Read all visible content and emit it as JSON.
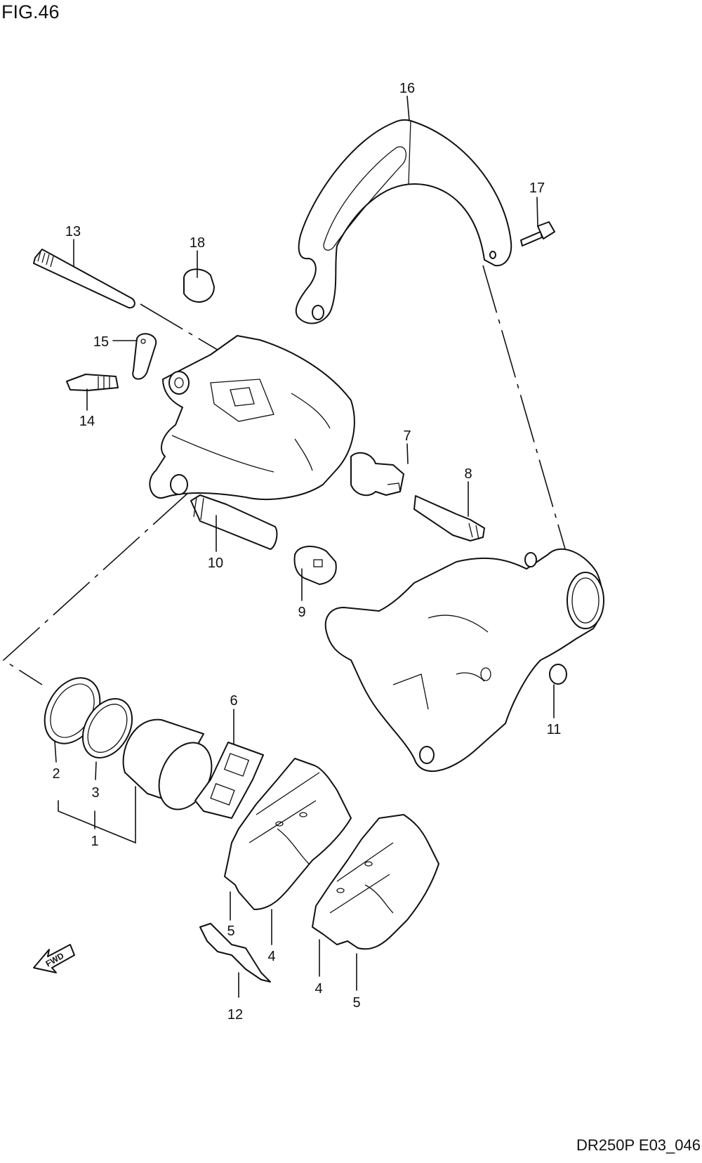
{
  "figure": {
    "title": "FIG.46",
    "drawing_code": "DR250P E03_046",
    "direction_label": "FWD"
  },
  "callouts": {
    "p1": "1",
    "p2": "2",
    "p3": "3",
    "p4a": "4",
    "p4b": "4",
    "p5a": "5",
    "p5b": "5",
    "p6": "6",
    "p7": "7",
    "p8": "8",
    "p9": "9",
    "p10": "10",
    "p11": "11",
    "p12": "12",
    "p13": "13",
    "p14": "14",
    "p15": "15",
    "p16": "16",
    "p17": "17",
    "p18": "18"
  }
}
